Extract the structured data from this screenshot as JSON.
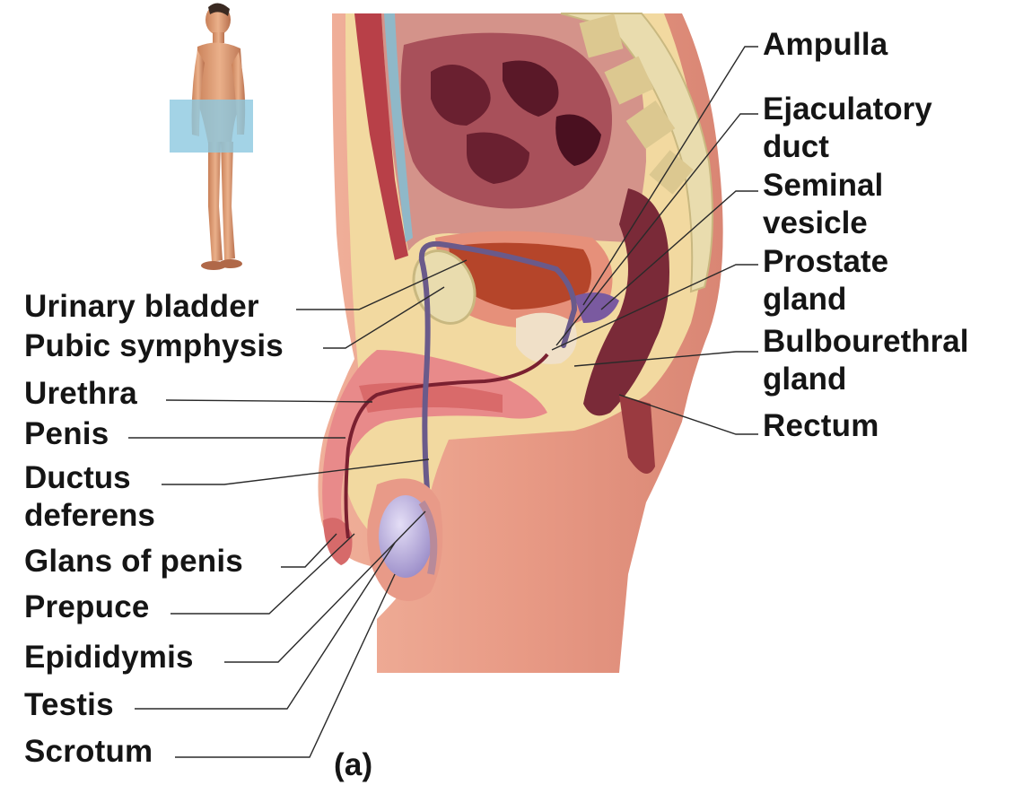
{
  "labels_left": [
    {
      "key": "urinary_bladder",
      "text": "Urinary bladder"
    },
    {
      "key": "pubic_symphysis",
      "text": "Pubic symphysis"
    },
    {
      "key": "urethra",
      "text": "Urethra"
    },
    {
      "key": "penis",
      "text": "Penis"
    },
    {
      "key": "ductus_deferens",
      "text": "Ductus\ndeferens"
    },
    {
      "key": "glans",
      "text": "Glans of penis"
    },
    {
      "key": "prepuce",
      "text": "Prepuce"
    },
    {
      "key": "epididymis",
      "text": "Epididymis"
    },
    {
      "key": "testis",
      "text": "Testis"
    },
    {
      "key": "scrotum",
      "text": "Scrotum"
    }
  ],
  "labels_right": [
    {
      "key": "ampulla",
      "text": "Ampulla"
    },
    {
      "key": "ejaculatory_duct",
      "text": "Ejaculatory\nduct"
    },
    {
      "key": "seminal_vesicle",
      "text": "Seminal\nvesicle"
    },
    {
      "key": "prostate",
      "text": "Prostate\ngland"
    },
    {
      "key": "bulbourethral",
      "text": "Bulbourethral\ngland"
    },
    {
      "key": "rectum",
      "text": "Rectum"
    }
  ],
  "panel_label": "(a)",
  "colors": {
    "skin": "#e8a08a",
    "skin_shade": "#c9786a",
    "fat": "#f2d9a0",
    "muscle": "#c8505a",
    "bladder": "#b5452a",
    "intestine": "#a8505a",
    "bone": "#e9dcae",
    "duct": "#6a5a8a",
    "testis": "#b8aee0",
    "highlight_box": "#8cc8e0",
    "leader_line": "#2a2a2a"
  }
}
